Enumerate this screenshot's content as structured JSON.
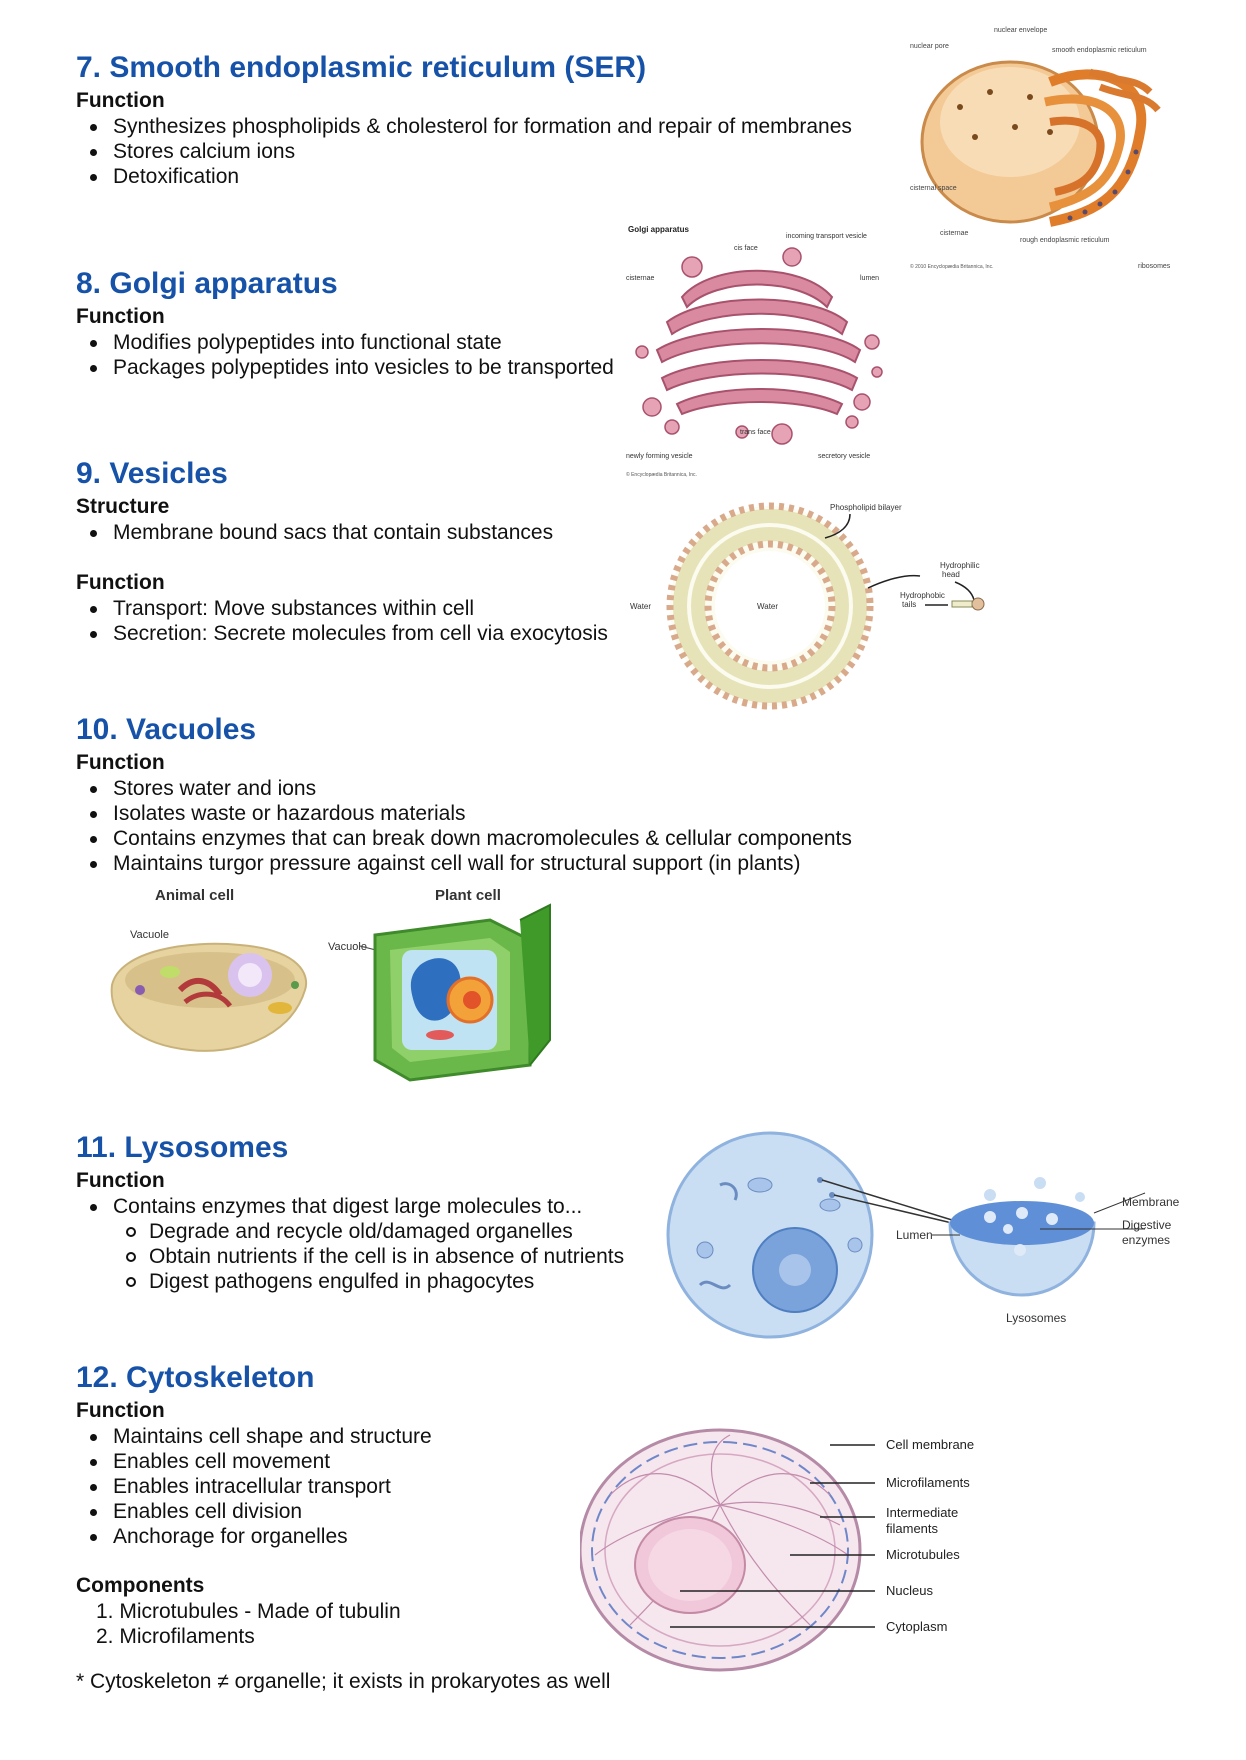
{
  "sections": {
    "ser": {
      "title": "7. Smooth endoplasmic reticulum (SER)",
      "function_heading": "Function",
      "items": [
        "Synthesizes phospholipids & cholesterol for formation and repair of membranes",
        "Stores calcium ions",
        "Detoxification"
      ],
      "figure": {
        "nuclear_envelope": "nuclear envelope",
        "nuclear_pore": "nuclear pore",
        "smooth_er": "smooth endoplasmic reticulum",
        "cisternal_space": "cisternal space",
        "cisternae": "cisternae",
        "rough_er": "rough endoplasmic reticulum",
        "ribosomes": "ribosomes",
        "copyright": "© 2010 Encyclopædia Britannica, Inc."
      }
    },
    "golgi": {
      "title": "8. Golgi apparatus",
      "function_heading": "Function",
      "items": [
        "Modifies polypeptides into functional state",
        "Packages polypeptides into vesicles to be transported"
      ],
      "figure": {
        "title": "Golgi apparatus",
        "cis_face": "cis face",
        "incoming": "incoming transport vesicle",
        "cisternae": "cisternae",
        "lumen": "lumen",
        "trans_face": "trans face",
        "newly_forming": "newly forming vesicle",
        "secretory": "secretory vesicle",
        "copyright": "© Encyclopædia Britannica, Inc."
      }
    },
    "vesicles": {
      "title": "9. Vesicles",
      "structure_heading": "Structure",
      "structure_items": [
        "Membrane bound sacs that contain substances"
      ],
      "function_heading": "Function",
      "function_items": [
        "Transport: Move substances within cell",
        "Secretion: Secrete molecules from cell via exocytosis"
      ],
      "figure": {
        "bilayer": "Phospholipid bilayer",
        "hydrophilic": "Hydrophilic",
        "head": "head",
        "hydrophobic": "Hydrophobic",
        "tails": "tails",
        "water_out": "Water",
        "water_in": "Water"
      }
    },
    "vacuoles": {
      "title": "10. Vacuoles",
      "function_heading": "Function",
      "items": [
        "Stores water and ions",
        "Isolates waste or hazardous materials",
        "Contains enzymes that can break down macromolecules & cellular components",
        "Maintains turgor pressure against cell wall for structural support (in plants)"
      ],
      "figure": {
        "animal": "Animal cell",
        "plant": "Plant cell",
        "vacuole_a": "Vacuole",
        "vacuole_p": "Vacuole"
      }
    },
    "lysosomes": {
      "title": "11. Lysosomes",
      "function_heading": "Function",
      "items": [
        "Contains enzymes that digest large molecules to..."
      ],
      "sub_items": [
        "Degrade and recycle old/damaged organelles",
        "Obtain nutrients if the cell is in absence of nutrients",
        "Digest pathogens engulfed in phagocytes"
      ],
      "figure": {
        "lumen": "Lumen",
        "membrane": "Membrane",
        "digestive": "Digestive",
        "enzymes": "enzymes",
        "lysosomes": "Lysosomes"
      }
    },
    "cytoskeleton": {
      "title": "12. Cytoskeleton",
      "function_heading": "Function",
      "items": [
        "Maintains cell shape and structure",
        "Enables cell movement",
        "Enables intracellular transport",
        "Enables cell division",
        "Anchorage for organelles"
      ],
      "components_heading": "Components",
      "components": [
        "1. Microtubules - Made of tubulin",
        "2. Microfilaments"
      ],
      "note": "* Cytoskeleton ≠ organelle; it exists in prokaryotes as well",
      "figure": {
        "cell_membrane": "Cell membrane",
        "microfilaments": "Microfilaments",
        "intermediate": "Intermediate",
        "filaments": "filaments",
        "microtubules": "Microtubules",
        "nucleus": "Nucleus",
        "cytoplasm": "Cytoplasm"
      }
    }
  }
}
